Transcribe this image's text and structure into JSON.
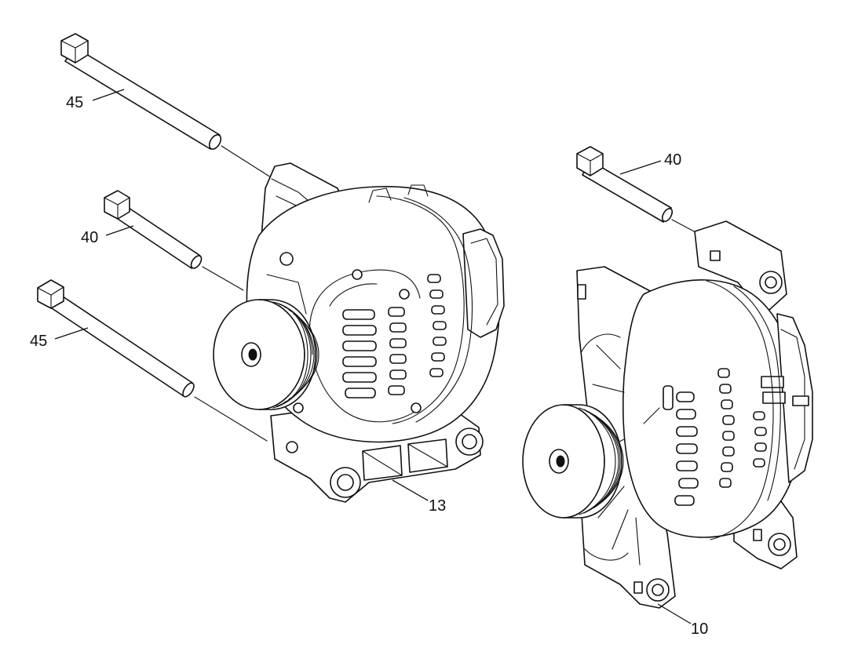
{
  "callouts": {
    "bolt_upper_left": "45",
    "bolt_middle_left": "40",
    "bolt_lower_left": "45",
    "bolt_right": "40",
    "bracket": "13",
    "alternator": "10"
  }
}
